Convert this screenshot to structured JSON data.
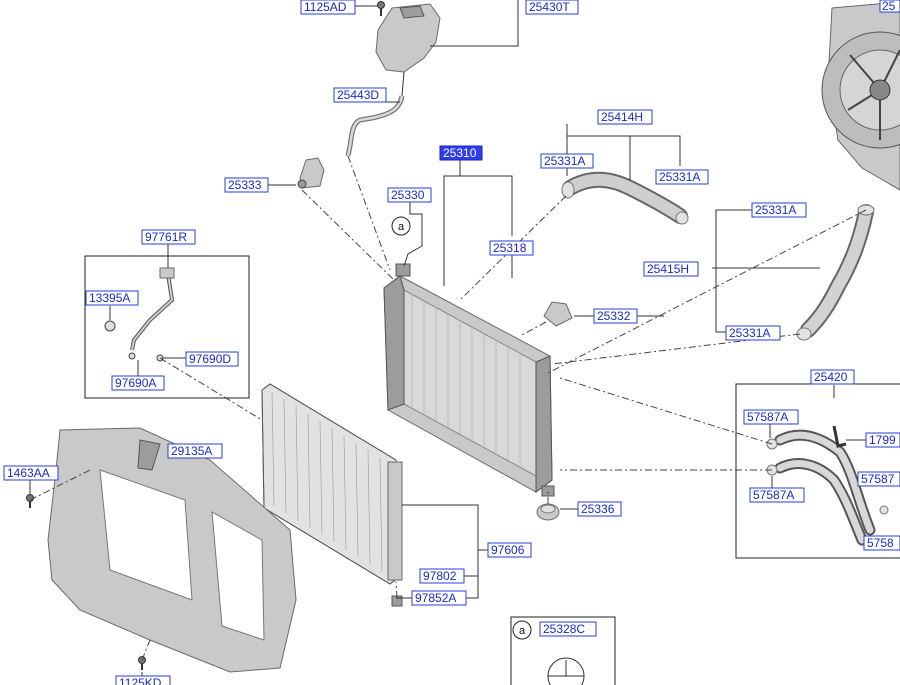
{
  "diagram": {
    "labels": [
      {
        "id": "l1125ad",
        "text": "1125AD"
      },
      {
        "id": "l25430t",
        "text": "25430T"
      },
      {
        "id": "l25_top",
        "text": "25"
      },
      {
        "id": "l25443d",
        "text": "25443D"
      },
      {
        "id": "l25414h",
        "text": "25414H"
      },
      {
        "id": "l25310",
        "text": "25310",
        "selected": true
      },
      {
        "id": "l25331a_1",
        "text": "25331A"
      },
      {
        "id": "l25333",
        "text": "25333"
      },
      {
        "id": "l25330",
        "text": "25330"
      },
      {
        "id": "l25331a_2",
        "text": "25331A"
      },
      {
        "id": "l25331a_3",
        "text": "25331A"
      },
      {
        "id": "l97761r",
        "text": "97761R"
      },
      {
        "id": "l25318",
        "text": "25318"
      },
      {
        "id": "l25415h",
        "text": "25415H"
      },
      {
        "id": "l13395a",
        "text": "13395A"
      },
      {
        "id": "l25332",
        "text": "25332"
      },
      {
        "id": "l25331a_4",
        "text": "25331A"
      },
      {
        "id": "l97690d",
        "text": "97690D"
      },
      {
        "id": "l97690a",
        "text": "97690A"
      },
      {
        "id": "l25420",
        "text": "25420"
      },
      {
        "id": "l57587a_1",
        "text": "57587A"
      },
      {
        "id": "l1799",
        "text": "1799"
      },
      {
        "id": "l29135a",
        "text": "29135A"
      },
      {
        "id": "l1463aa",
        "text": "1463AA"
      },
      {
        "id": "l57587a_2",
        "text": "57587A"
      },
      {
        "id": "l5758_1",
        "text": "57587"
      },
      {
        "id": "l25336",
        "text": "25336"
      },
      {
        "id": "l97606",
        "text": "97606"
      },
      {
        "id": "l5758_2",
        "text": "5758"
      },
      {
        "id": "l97802",
        "text": "97802"
      },
      {
        "id": "l97852a",
        "text": "97852A"
      },
      {
        "id": "l25328c",
        "text": "25328C"
      },
      {
        "id": "l1125kd",
        "text": "1125KD"
      }
    ],
    "callout_marker": "a",
    "callout_marker_2": "a"
  }
}
